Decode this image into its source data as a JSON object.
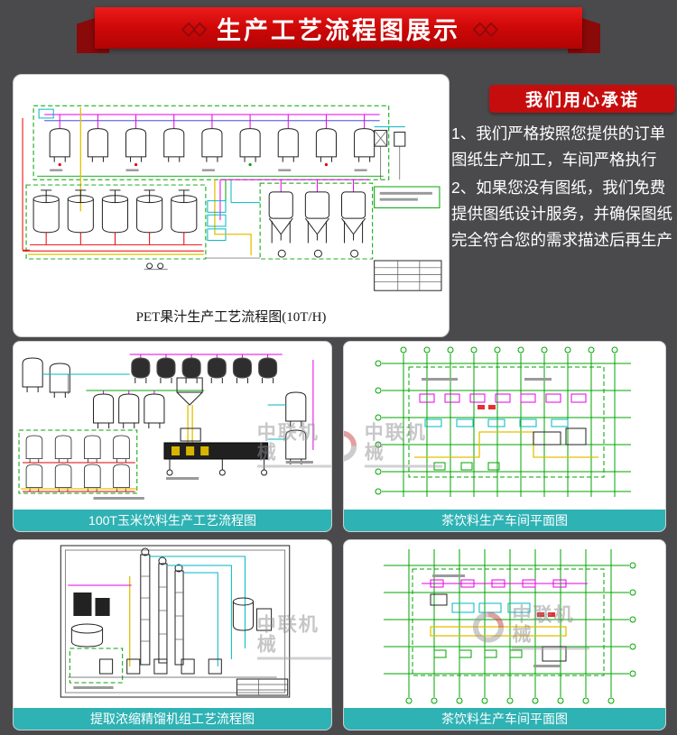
{
  "header": {
    "ornament": "◇◇",
    "title": "生产工艺流程图展示"
  },
  "promise": {
    "title": "我们用心承诺",
    "items": [
      "1、我们严格按照您提供的订单图纸生产加工，车间严格执行",
      "2、如果您没有图纸，我们免费提供图纸设计服务，并确保图纸完全符合您的需求描述后再生产"
    ]
  },
  "main_card": {
    "caption": "PET果汁生产工艺流程图(10T/H)"
  },
  "cards": [
    {
      "caption": "100T玉米饮料生产工艺流程图"
    },
    {
      "caption": "茶饮料生产车间平面图"
    },
    {
      "caption": "提取浓缩精馏机组工艺流程图"
    },
    {
      "caption": "茶饮料生产车间平面图"
    }
  ],
  "watermark": {
    "text": "中联机械"
  },
  "colors": {
    "background": "#4a4a4d",
    "banner_red": "#cf0808",
    "banner_dark_red": "#8a0909",
    "promise_red": "#c60d0d",
    "caption_teal": "#2fb2b4",
    "diagram_green": "#00a400",
    "diagram_magenta": "#e600e6",
    "diagram_cyan": "#00b7c3",
    "diagram_yellow": "#e3c000",
    "diagram_red": "#e60000"
  }
}
